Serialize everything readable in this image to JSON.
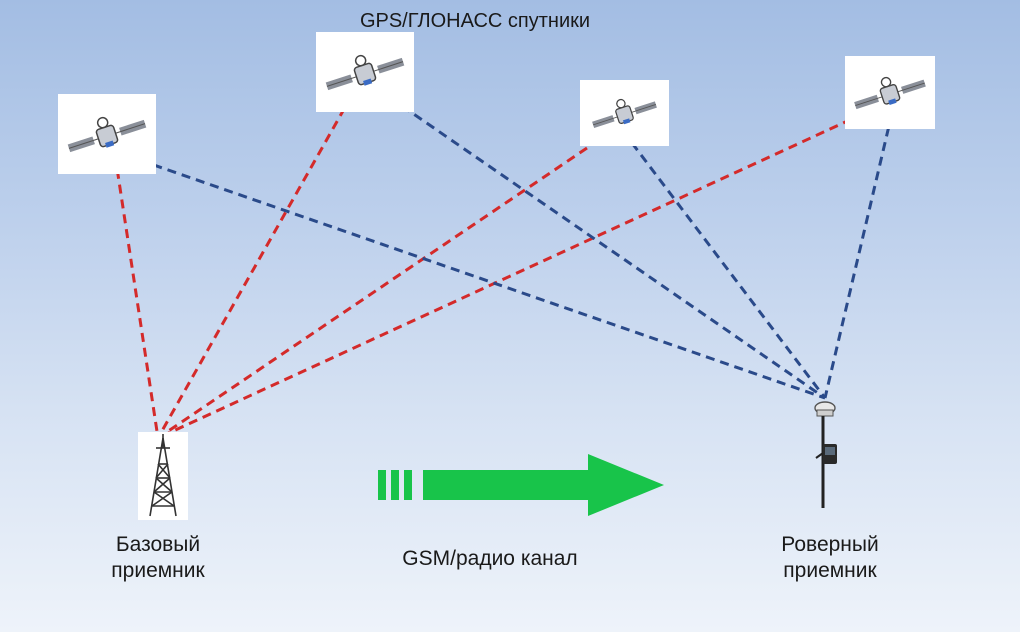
{
  "title": "GPS/ГЛОНАСС спутники",
  "base_receiver": {
    "line1": "Базовый",
    "line2": "приемник"
  },
  "rover_receiver": {
    "line1": "Роверный",
    "line2": "приемник"
  },
  "link": {
    "label": "GSM/радио канал"
  },
  "colors": {
    "base_link_line": "#d42a2a",
    "rover_link_line": "#2a4a8a",
    "arrow": "#18c44a"
  },
  "icons": {
    "satellite": "satellite-icon",
    "base": "radio-tower-icon",
    "rover": "gnss-rover-pole-icon",
    "link": "arrow-right-icon"
  }
}
